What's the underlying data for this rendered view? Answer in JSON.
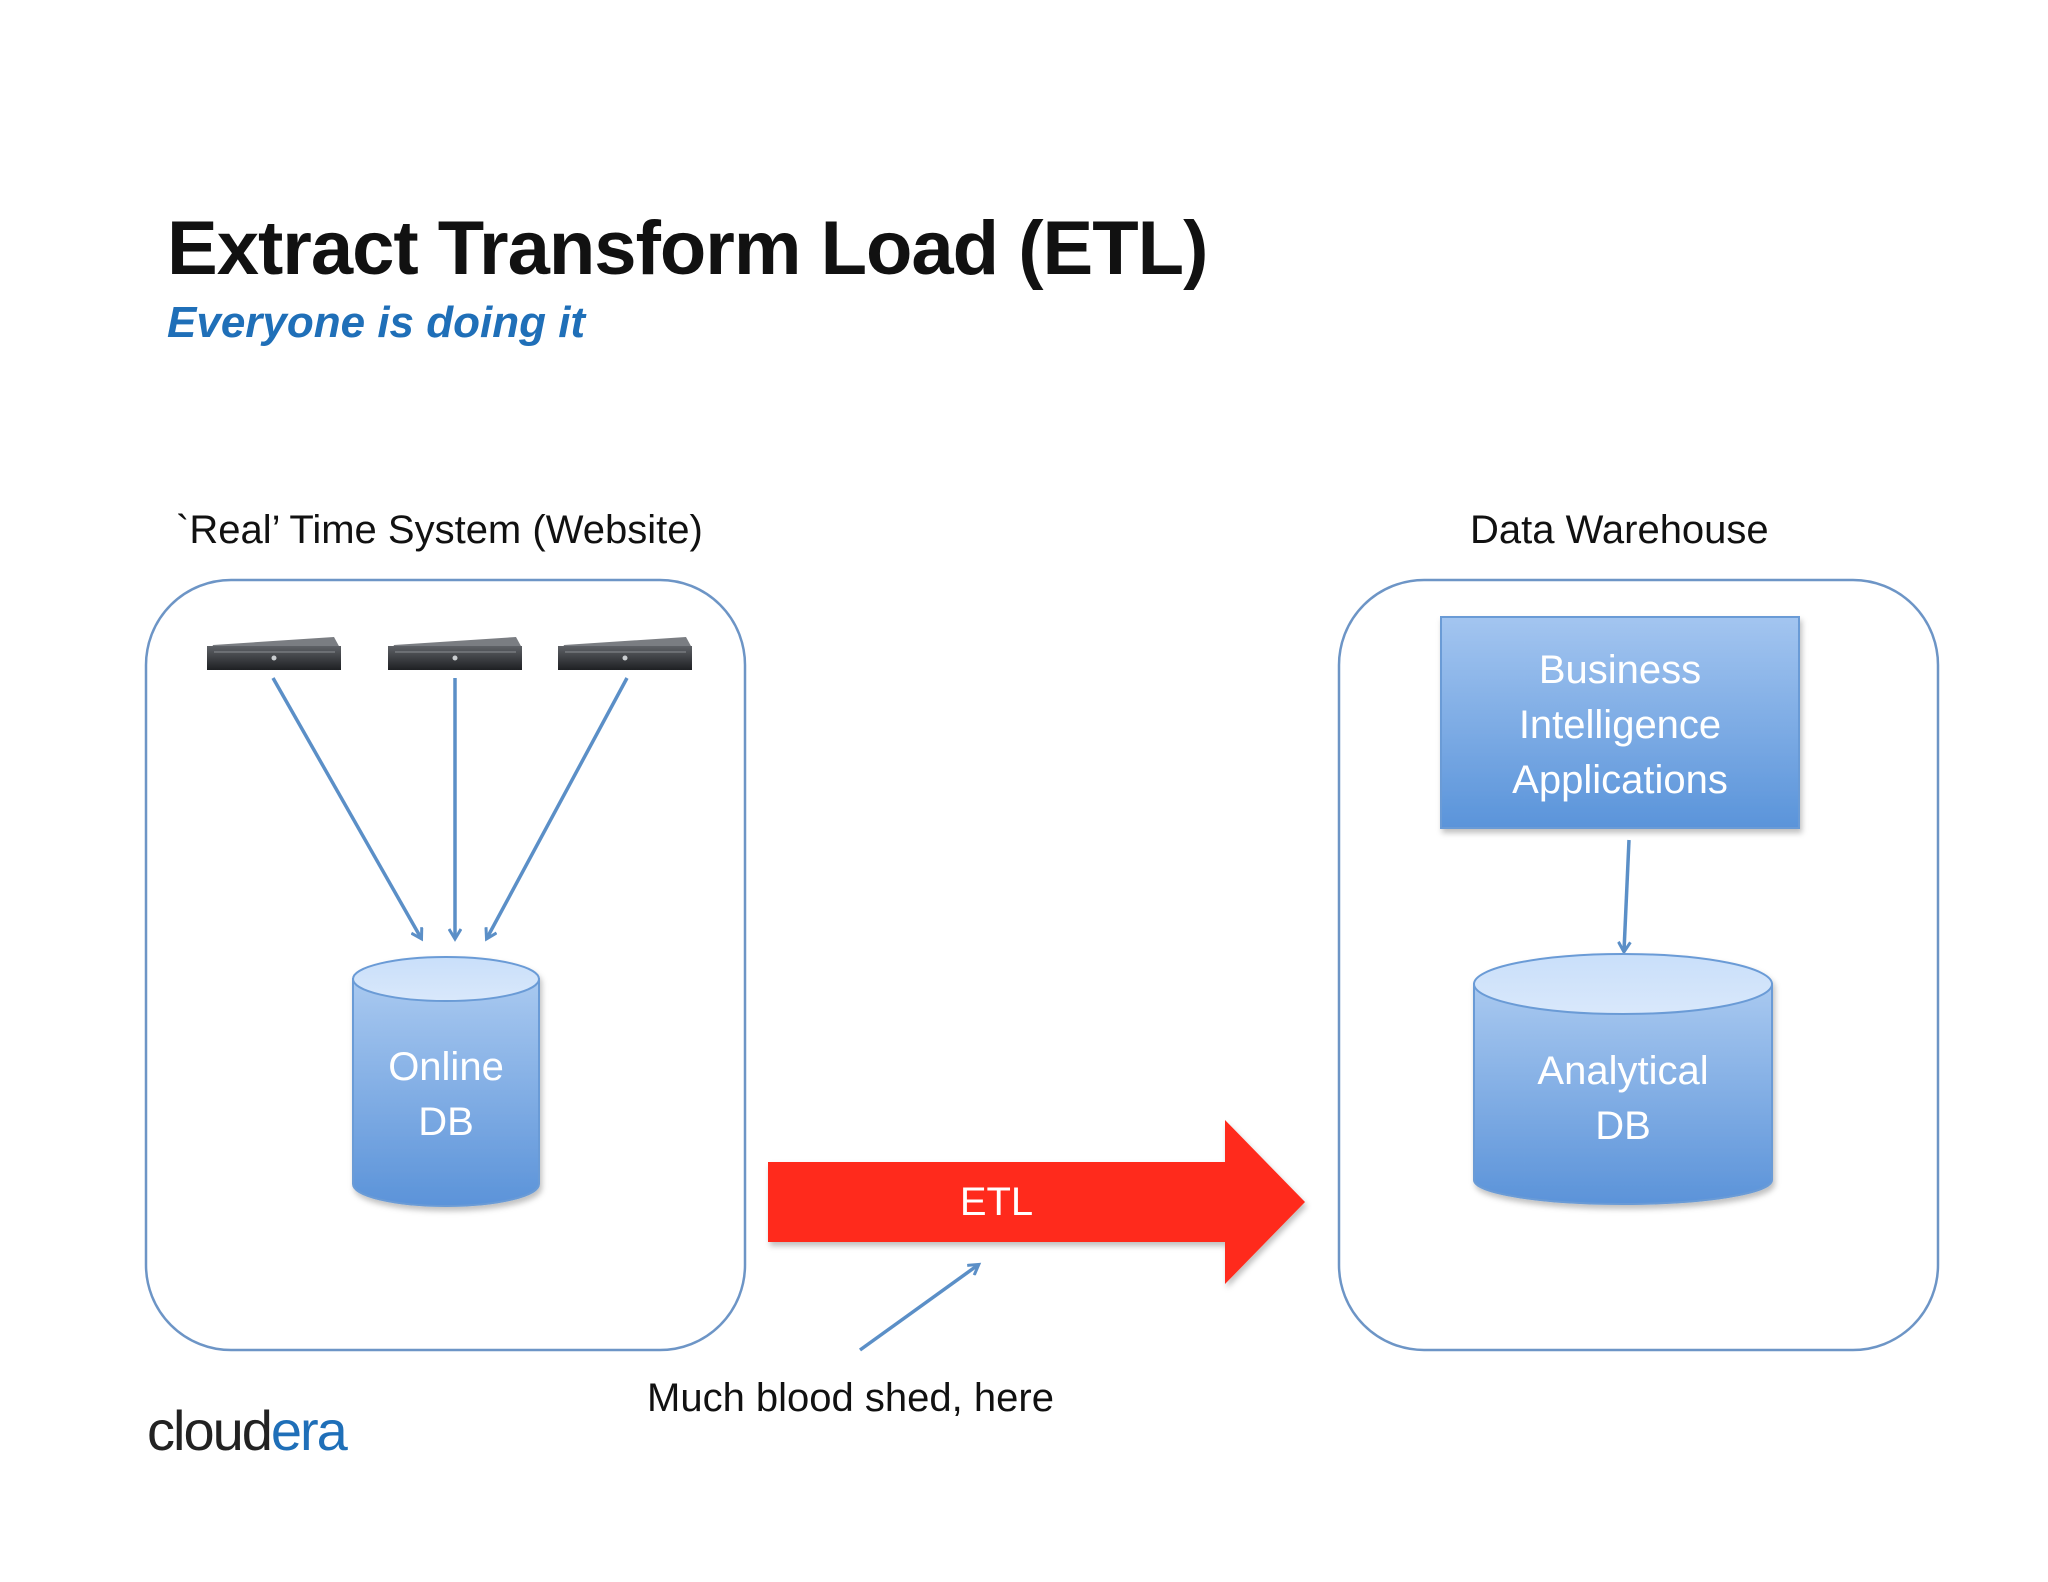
{
  "title": "Extract Transform Load (ETL)",
  "subtitle": "Everyone is doing it",
  "left_panel": {
    "label": "`Real’ Time System (Website)",
    "db_line1": "Online",
    "db_line2": "DB"
  },
  "right_panel": {
    "label": "Data Warehouse",
    "app_line1": "Business",
    "app_line2": "Intelligence",
    "app_line3": "Applications",
    "db_line1": "Analytical",
    "db_line2": "DB"
  },
  "etl_arrow": {
    "label": "ETL",
    "color": "#ff2a1a"
  },
  "annotation": "Much blood shed, here",
  "logo": {
    "part1": "cloud",
    "part2": "era"
  },
  "colors": {
    "accent": "#1f6fb8",
    "connector": "#5b8fc7",
    "panel_border": "#6d95c6"
  }
}
